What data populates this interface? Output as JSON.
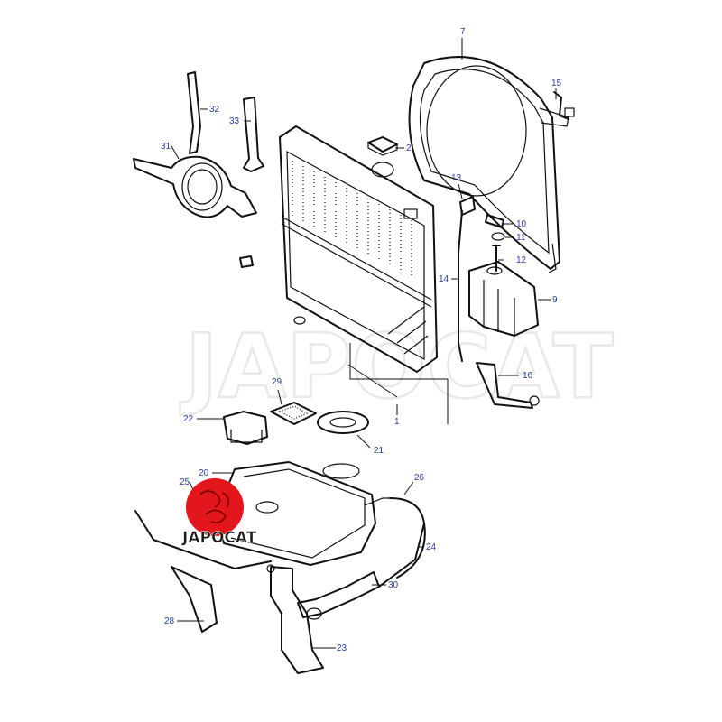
{
  "watermark": "JAPOCAT",
  "logo": {
    "text": "JAPOCAT",
    "color": "#e3161b"
  },
  "callouts": [
    {
      "id": "c7",
      "label": "7"
    },
    {
      "id": "c15",
      "label": "15"
    },
    {
      "id": "c32",
      "label": "32"
    },
    {
      "id": "c33",
      "label": "33"
    },
    {
      "id": "c31",
      "label": "31"
    },
    {
      "id": "c2",
      "label": "2"
    },
    {
      "id": "c13",
      "label": "13"
    },
    {
      "id": "c10",
      "label": "10"
    },
    {
      "id": "c11",
      "label": "11"
    },
    {
      "id": "c12",
      "label": "12"
    },
    {
      "id": "c14",
      "label": "14"
    },
    {
      "id": "c9",
      "label": "9"
    },
    {
      "id": "c16",
      "label": "16"
    },
    {
      "id": "c1",
      "label": "1"
    },
    {
      "id": "c29",
      "label": "29"
    },
    {
      "id": "c22",
      "label": "22"
    },
    {
      "id": "c21",
      "label": "21"
    },
    {
      "id": "c20",
      "label": "20"
    },
    {
      "id": "c26",
      "label": "26"
    },
    {
      "id": "c25",
      "label": "25"
    },
    {
      "id": "c24",
      "label": "24"
    },
    {
      "id": "c30",
      "label": "30"
    },
    {
      "id": "c28",
      "label": "28"
    },
    {
      "id": "c23",
      "label": "23"
    }
  ]
}
